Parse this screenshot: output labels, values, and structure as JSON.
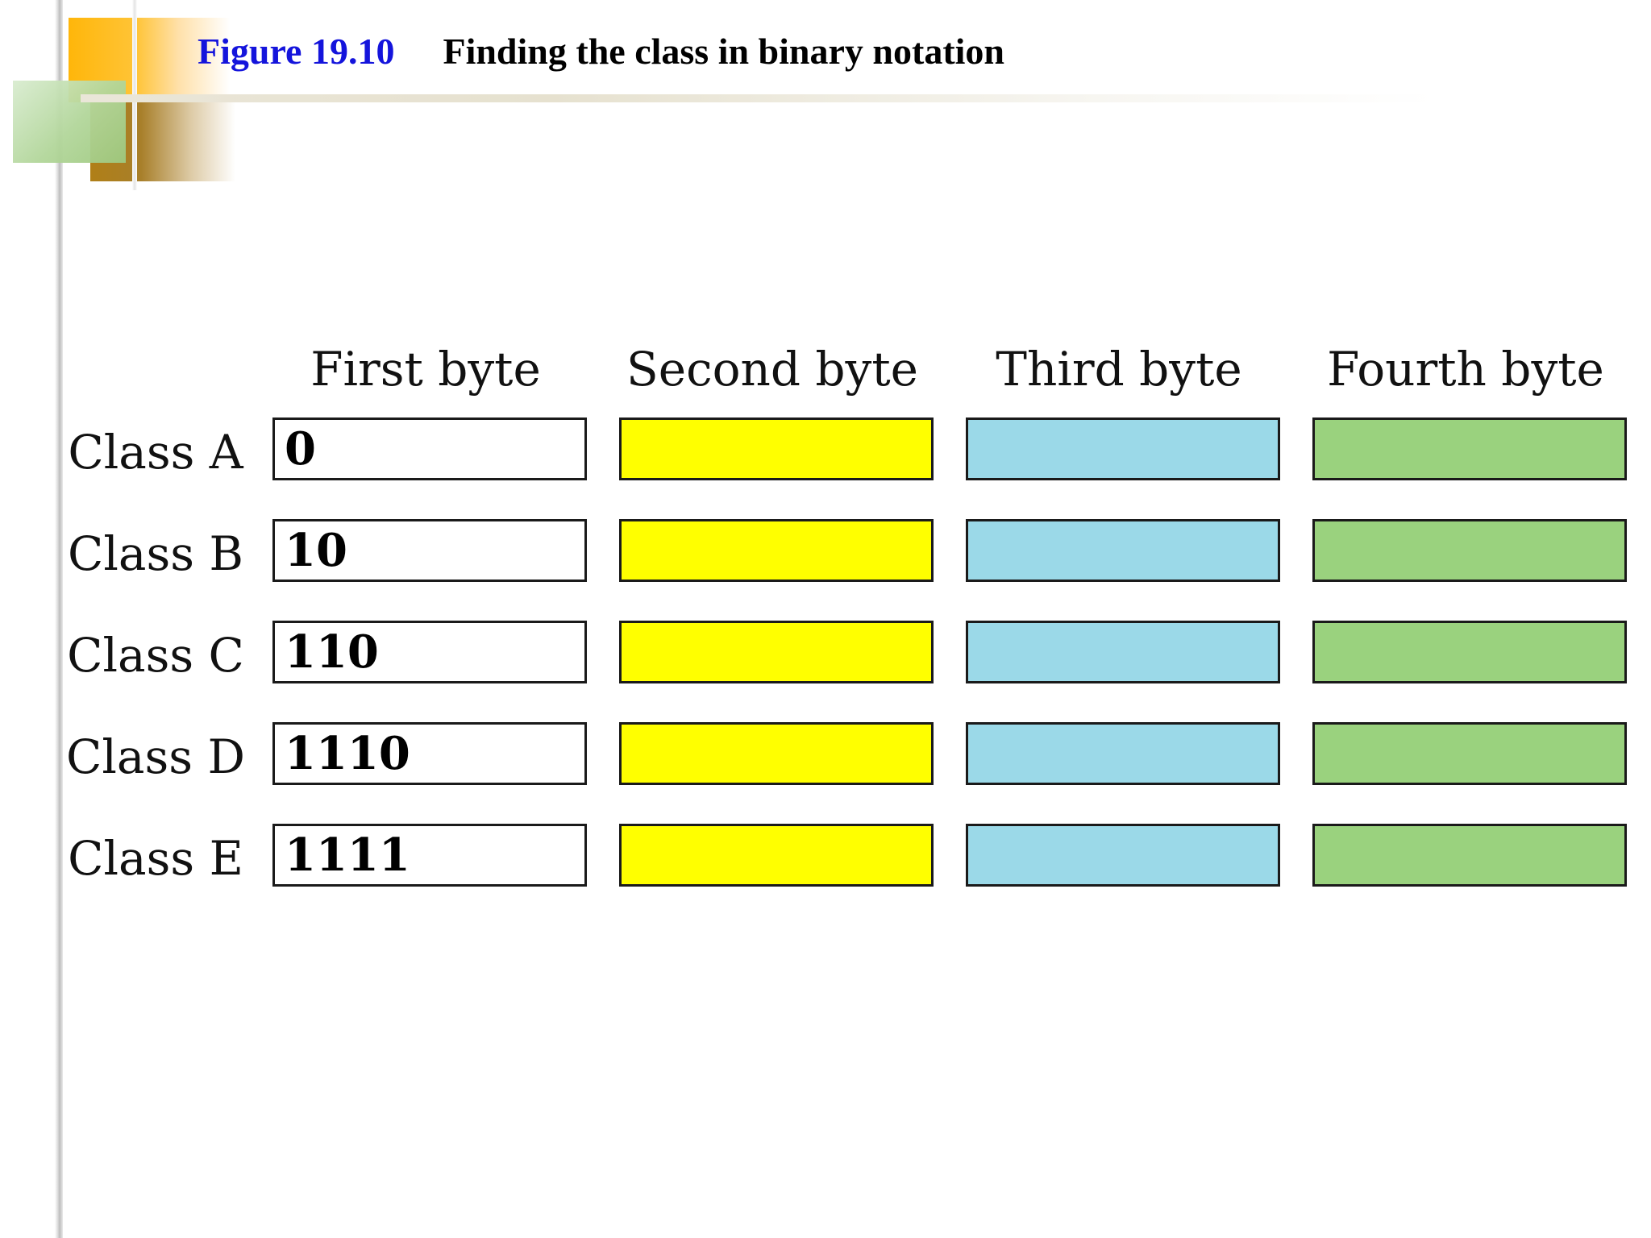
{
  "title": {
    "figure_number": "Figure 19.10",
    "caption": "Finding the class in binary notation",
    "figure_number_color": "#1414dc"
  },
  "diagram": {
    "column_headers": [
      "First byte",
      "Second byte",
      "Third byte",
      "Fourth byte"
    ],
    "byte_colors": {
      "first": "#ffffff",
      "second": "#ffff00",
      "third": "#9bd9e8",
      "fourth": "#9ad27e"
    },
    "rows": [
      {
        "label": "Class A",
        "prefix": "0"
      },
      {
        "label": "Class B",
        "prefix": "10"
      },
      {
        "label": "Class C",
        "prefix": "110"
      },
      {
        "label": "Class D",
        "prefix": "1110"
      },
      {
        "label": "Class E",
        "prefix": "1111"
      }
    ]
  }
}
